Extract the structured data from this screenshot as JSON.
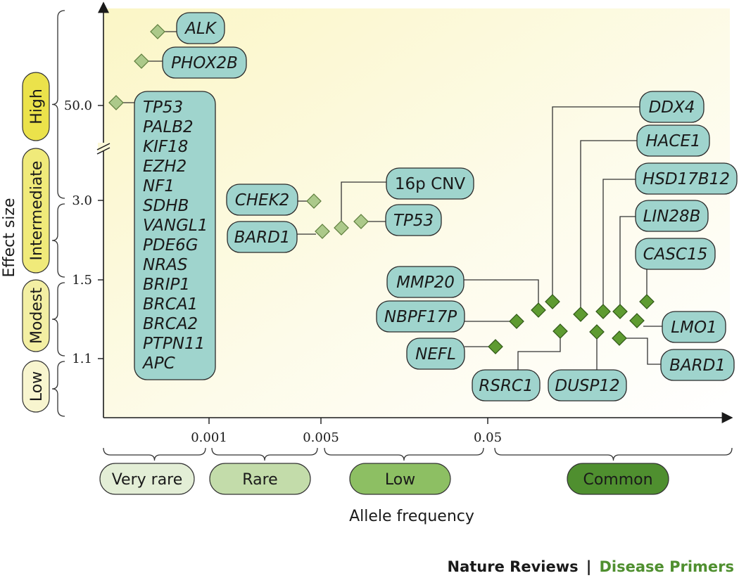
{
  "chart_data": {
    "type": "scatter",
    "xlabel": "Allele frequency",
    "ylabel": "Effect size",
    "x_ticks": [
      "0.001",
      "0.005",
      "0.05"
    ],
    "y_ticks": [
      "50.0",
      "3.0",
      "1.5",
      "1.1"
    ],
    "frequency_categories": [
      {
        "label": "Very rare",
        "color": "#e3eed6"
      },
      {
        "label": "Rare",
        "color": "#c3dcaa"
      },
      {
        "label": "Low",
        "color": "#8dbf63"
      },
      {
        "label": "Common",
        "color": "#4f8f2f"
      }
    ],
    "effect_categories": [
      {
        "label": "High",
        "color": "#ebe24b"
      },
      {
        "label": "Intermediate",
        "color": "#f0ea7a"
      },
      {
        "label": "Modest",
        "color": "#f3efa3"
      },
      {
        "label": "Low",
        "color": "#f8f5cf"
      }
    ],
    "variants": [
      {
        "genes": [
          "ALK"
        ],
        "frequency_class": "Very rare",
        "effect_class": "High"
      },
      {
        "genes": [
          "PHOX2B"
        ],
        "frequency_class": "Very rare",
        "effect_class": "High"
      },
      {
        "genes": [
          "TP53",
          "PALB2",
          "KIF18",
          "EZH2",
          "NF1",
          "SDHB",
          "VANGL1",
          "PDE6G",
          "NRAS",
          "BRIP1",
          "BRCA1",
          "BRCA2",
          "PTPN11",
          "APC"
        ],
        "frequency_class": "Very rare",
        "effect_class": "High"
      },
      {
        "genes": [
          "CHEK2"
        ],
        "frequency_class": "Rare",
        "effect_class": "Intermediate"
      },
      {
        "genes": [
          "BARD1"
        ],
        "frequency_class": "Rare",
        "effect_class": "Intermediate"
      },
      {
        "genes": [
          "16p CNV"
        ],
        "frequency_class": "Low",
        "effect_class": "Intermediate"
      },
      {
        "genes": [
          "TP53"
        ],
        "frequency_class": "Low",
        "effect_class": "Intermediate"
      },
      {
        "genes": [
          "MMP20"
        ],
        "frequency_class": "Common",
        "effect_class": "Modest"
      },
      {
        "genes": [
          "NBPF17P"
        ],
        "frequency_class": "Common",
        "effect_class": "Modest"
      },
      {
        "genes": [
          "NEFL"
        ],
        "frequency_class": "Common",
        "effect_class": "Modest"
      },
      {
        "genes": [
          "RSRC1"
        ],
        "frequency_class": "Common",
        "effect_class": "Modest"
      },
      {
        "genes": [
          "DDX4"
        ],
        "frequency_class": "Common",
        "effect_class": "Modest"
      },
      {
        "genes": [
          "HACE1"
        ],
        "frequency_class": "Common",
        "effect_class": "Modest"
      },
      {
        "genes": [
          "DUSP12"
        ],
        "frequency_class": "Common",
        "effect_class": "Modest"
      },
      {
        "genes": [
          "HSD17B12"
        ],
        "frequency_class": "Common",
        "effect_class": "Modest"
      },
      {
        "genes": [
          "LIN28B"
        ],
        "frequency_class": "Common",
        "effect_class": "Modest"
      },
      {
        "genes": [
          "CASC15"
        ],
        "frequency_class": "Common",
        "effect_class": "Modest"
      },
      {
        "genes": [
          "LMO1"
        ],
        "frequency_class": "Common",
        "effect_class": "Modest"
      },
      {
        "genes": [
          "BARD1"
        ],
        "frequency_class": "Common",
        "effect_class": "Modest"
      }
    ]
  },
  "credit": {
    "publisher": "Nature Reviews",
    "separator": "|",
    "series": "Disease Primers"
  }
}
